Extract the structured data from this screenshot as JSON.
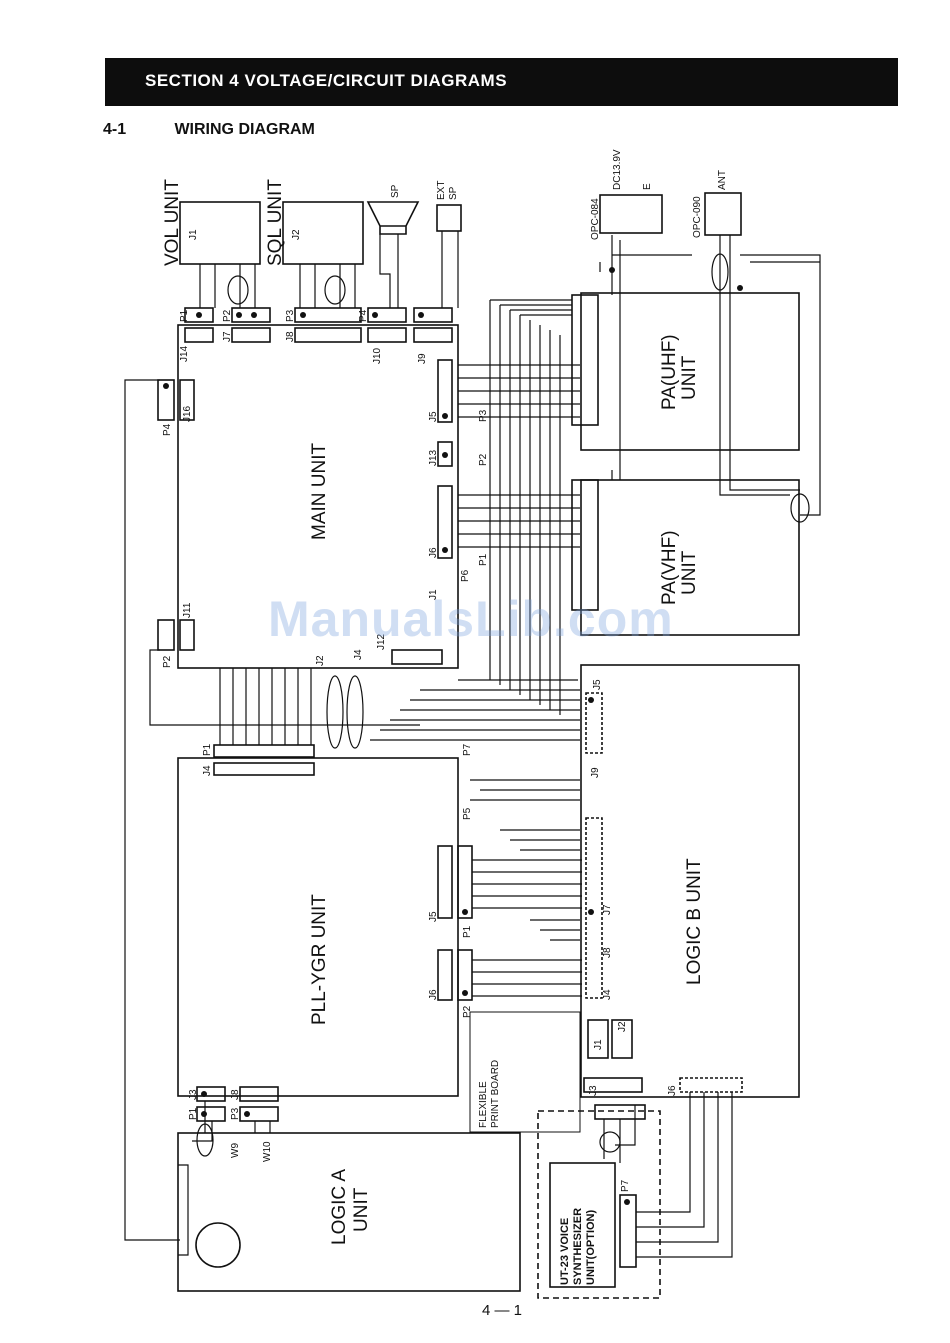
{
  "header": {
    "section_title": "SECTION 4 VOLTAGE/CIRCUIT DIAGRAMS",
    "sub_number": "4-1",
    "sub_title": "WIRING DIAGRAM"
  },
  "units": {
    "main": "MAIN UNIT",
    "pll": "PLL-YGR UNIT",
    "logic_a": [
      "LOGIC A",
      "UNIT"
    ],
    "logic_b": "LOGIC B UNIT",
    "pa_uhf": [
      "PA(UHF)",
      "UNIT"
    ],
    "pa_vhf": [
      "PA(VHF)",
      "UNIT"
    ],
    "vol": "VOL UNIT",
    "sql": "SQL UNIT",
    "ut23": [
      "UT-23 VOICE",
      "SYNTHESIZER",
      "UNIT(OPTION)"
    ],
    "flex": [
      "FLEXIBLE",
      "PRINT BOARD"
    ]
  },
  "external": {
    "sp": "SP",
    "ext_sp": [
      "EXT",
      "SP"
    ],
    "opc084": "OPC-084",
    "dc": "DC13.9V",
    "e": "E",
    "opc090": "OPC-090",
    "ant": "ANT"
  },
  "connectors": {
    "vol_j1": "J1",
    "sql_j2": "J2",
    "p1": "P1",
    "p2": "P2",
    "p3": "P3",
    "p4": "P4",
    "j7": "J7",
    "j8": "J8",
    "j9": "J9",
    "j10": "J10",
    "j14": "J14",
    "j16": "J16",
    "j11": "J11",
    "j5": "J5",
    "j13": "J13",
    "j6": "J6",
    "j1": "J1",
    "j12": "J12",
    "j4": "J4",
    "j2": "J2",
    "p5": "P5",
    "p6": "P6",
    "p7": "P7",
    "j3": "J3",
    "w9": "W9",
    "w10": "W10"
  },
  "footer": {
    "page": "4 — 1"
  },
  "watermark": "ManualsLib.com"
}
